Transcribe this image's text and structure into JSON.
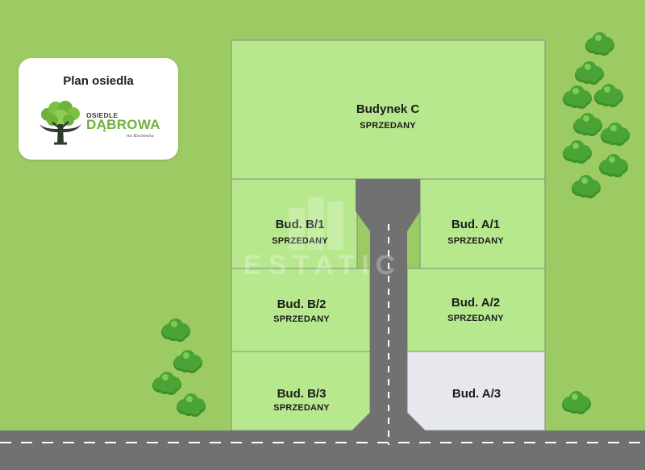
{
  "legend": {
    "title": "Plan osiedla",
    "logo": {
      "word_top": "OSIEDLE",
      "word_main": "DĄBROWA",
      "word_sub": "na Kociewiu",
      "tree_icon": "oak-tree-icon"
    }
  },
  "colors": {
    "grass": "#9ccb64",
    "plot_sold": "#b8e88e",
    "plot_available": "#e6e8ee",
    "plot_border": "#7e8c7a",
    "road": "#717171",
    "road_marking": "#ffffff",
    "bush": "#4aa334"
  },
  "plots": [
    {
      "id": "budynek-c",
      "name": "Budynek C",
      "status": "SPRZEDANY",
      "sold": true
    },
    {
      "id": "bud-b1",
      "name": "Bud. B/1",
      "status": "SPRZEDANY",
      "sold": true
    },
    {
      "id": "bud-a1",
      "name": "Bud. A/1",
      "status": "SPRZEDANY",
      "sold": true
    },
    {
      "id": "bud-b2",
      "name": "Bud. B/2",
      "status": "SPRZEDANY",
      "sold": true
    },
    {
      "id": "bud-a2",
      "name": "Bud. A/2",
      "status": "SPRZEDANY",
      "sold": true
    },
    {
      "id": "bud-b3",
      "name": "Bud. B/3",
      "status": "SPRZEDANY",
      "sold": true
    },
    {
      "id": "bud-a3",
      "name": "Bud. A/3",
      "status": "",
      "sold": false
    }
  ],
  "watermark": {
    "text": "ESTATIC"
  }
}
